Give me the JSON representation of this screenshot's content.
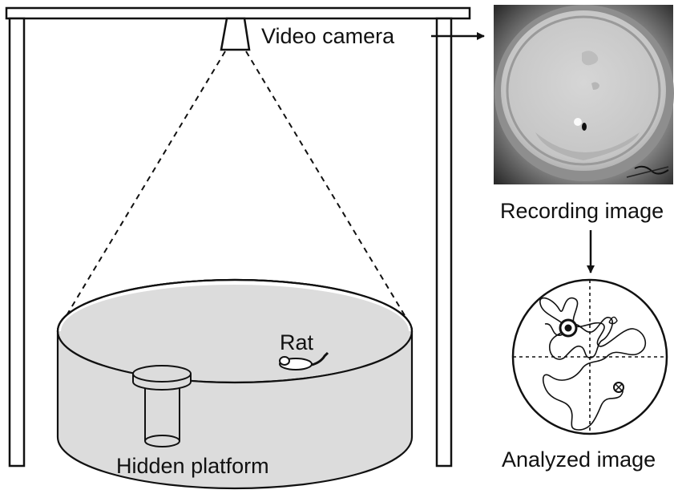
{
  "labels": {
    "camera": "Video camera",
    "recording": "Recording image",
    "analyzed": "Analyzed image",
    "rat": "Rat",
    "platform": "Hidden platform"
  },
  "colors": {
    "line": "#111111",
    "water": "#dcdcdc",
    "background": "#ffffff"
  }
}
